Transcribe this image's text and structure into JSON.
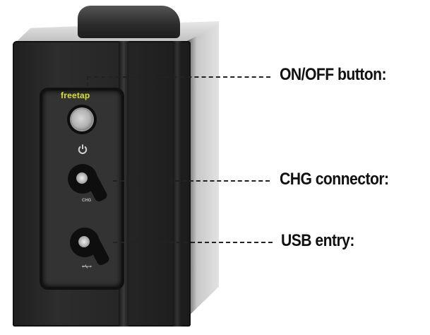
{
  "product": {
    "brand_logo": "freetap",
    "brand_color": "#d6e02a",
    "power_icon": "power-icon",
    "charge_port_label": "CHG",
    "usb_port_icon": "usb-icon"
  },
  "callouts": [
    {
      "label": "ON/OFF button:"
    },
    {
      "label": "CHG connector:"
    },
    {
      "label": "USB entry:"
    }
  ]
}
